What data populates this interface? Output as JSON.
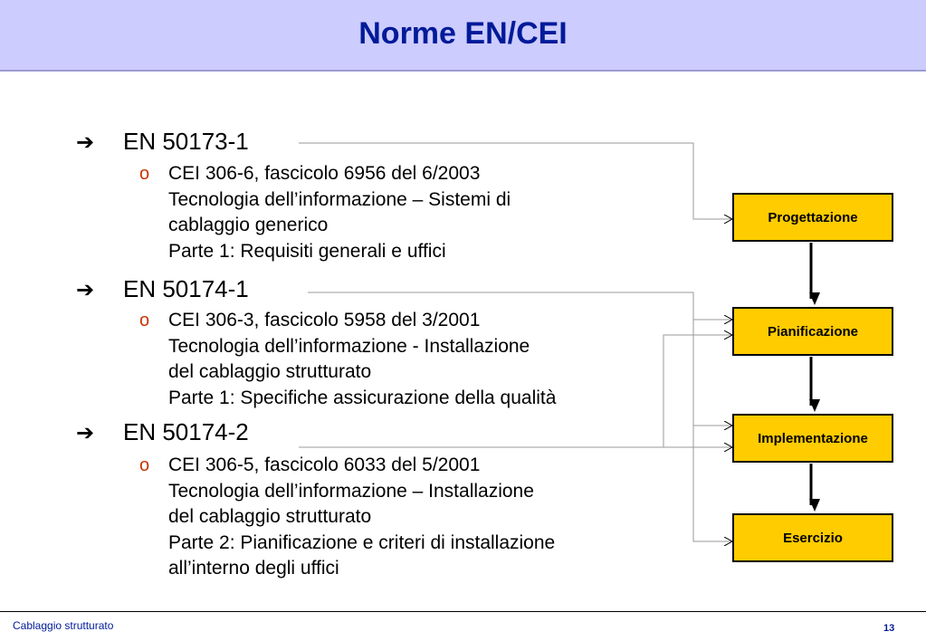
{
  "slide": {
    "title": "Norme EN/CEI",
    "items": [
      {
        "standard": "EN 50173-1",
        "detail": [
          "CEI 306-6, fascicolo 6956 del 6/2003",
          "Tecnologia dell’informazione – Sistemi di",
          "cablaggio generico",
          "Parte 1: Requisiti generali e uffici"
        ]
      },
      {
        "standard": "EN 50174-1",
        "detail": [
          "CEI 306-3, fascicolo 5958 del 3/2001",
          "Tecnologia dell’informazione - Installazione",
          "del cablaggio strutturato",
          "Parte 1: Specifiche assicurazione della qualità"
        ]
      },
      {
        "standard": "EN 50174-2",
        "detail": [
          "CEI 306-5, fascicolo 6033 del 5/2001",
          "Tecnologia dell’informazione – Installazione",
          "del cablaggio strutturato",
          "Parte 2: Pianificazione e criteri di installazione",
          "all’interno degli uffici"
        ]
      }
    ],
    "phases": [
      "Progettazione",
      "Pianificazione",
      "Implementazione",
      "Esercizio"
    ],
    "bullet_icon": "arrow-right-icon",
    "sub_bullet": "o"
  },
  "footer": {
    "left": "Cablaggio strutturato",
    "page": "13"
  },
  "colors": {
    "header_bg": "#ccccff",
    "title": "#001a99",
    "box_fill": "#ffcc00",
    "sub_bullet": "#cc3300"
  }
}
